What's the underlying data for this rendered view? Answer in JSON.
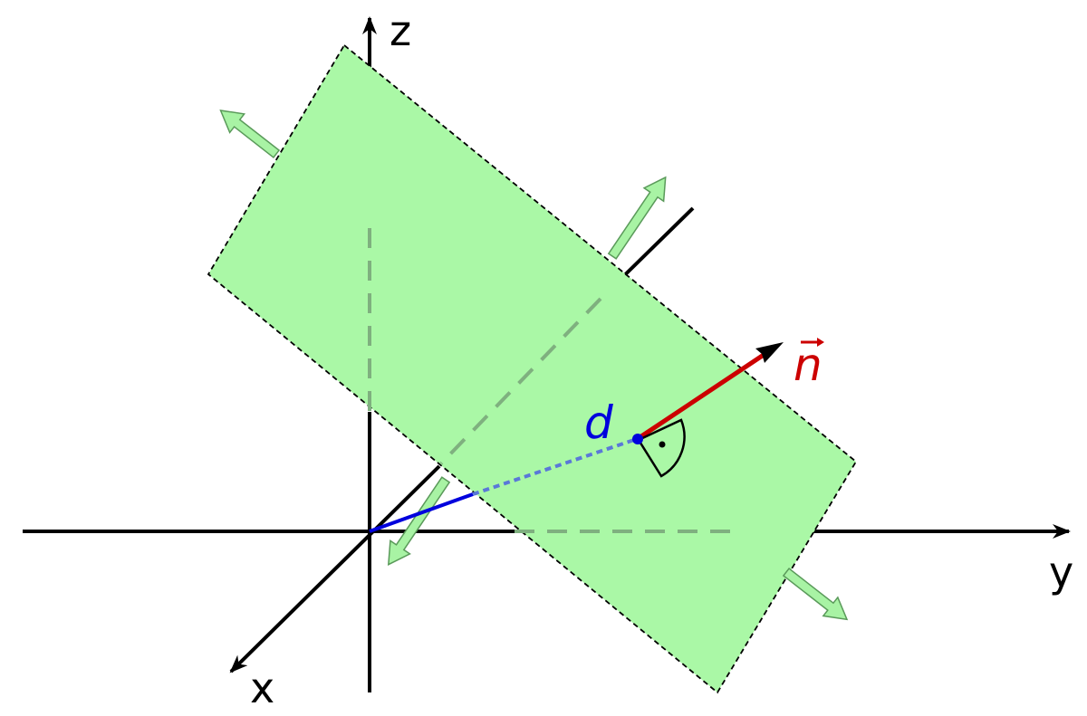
{
  "labels": {
    "axis_z": "z",
    "axis_y": "y",
    "axis_x": "x",
    "distance": "d",
    "normal": "n"
  },
  "colors": {
    "plane_fill": "#aaf8a6",
    "plane_border": "#000000",
    "plane_arrow": "#a8f3a4",
    "plane_arrow_stroke": "#5a9a5a",
    "axis": "#000000",
    "hidden_axis": "#7fb07f",
    "distance_line": "#0000dd",
    "distance_hidden": "#5a78d8",
    "normal_vector": "#cc0000"
  }
}
